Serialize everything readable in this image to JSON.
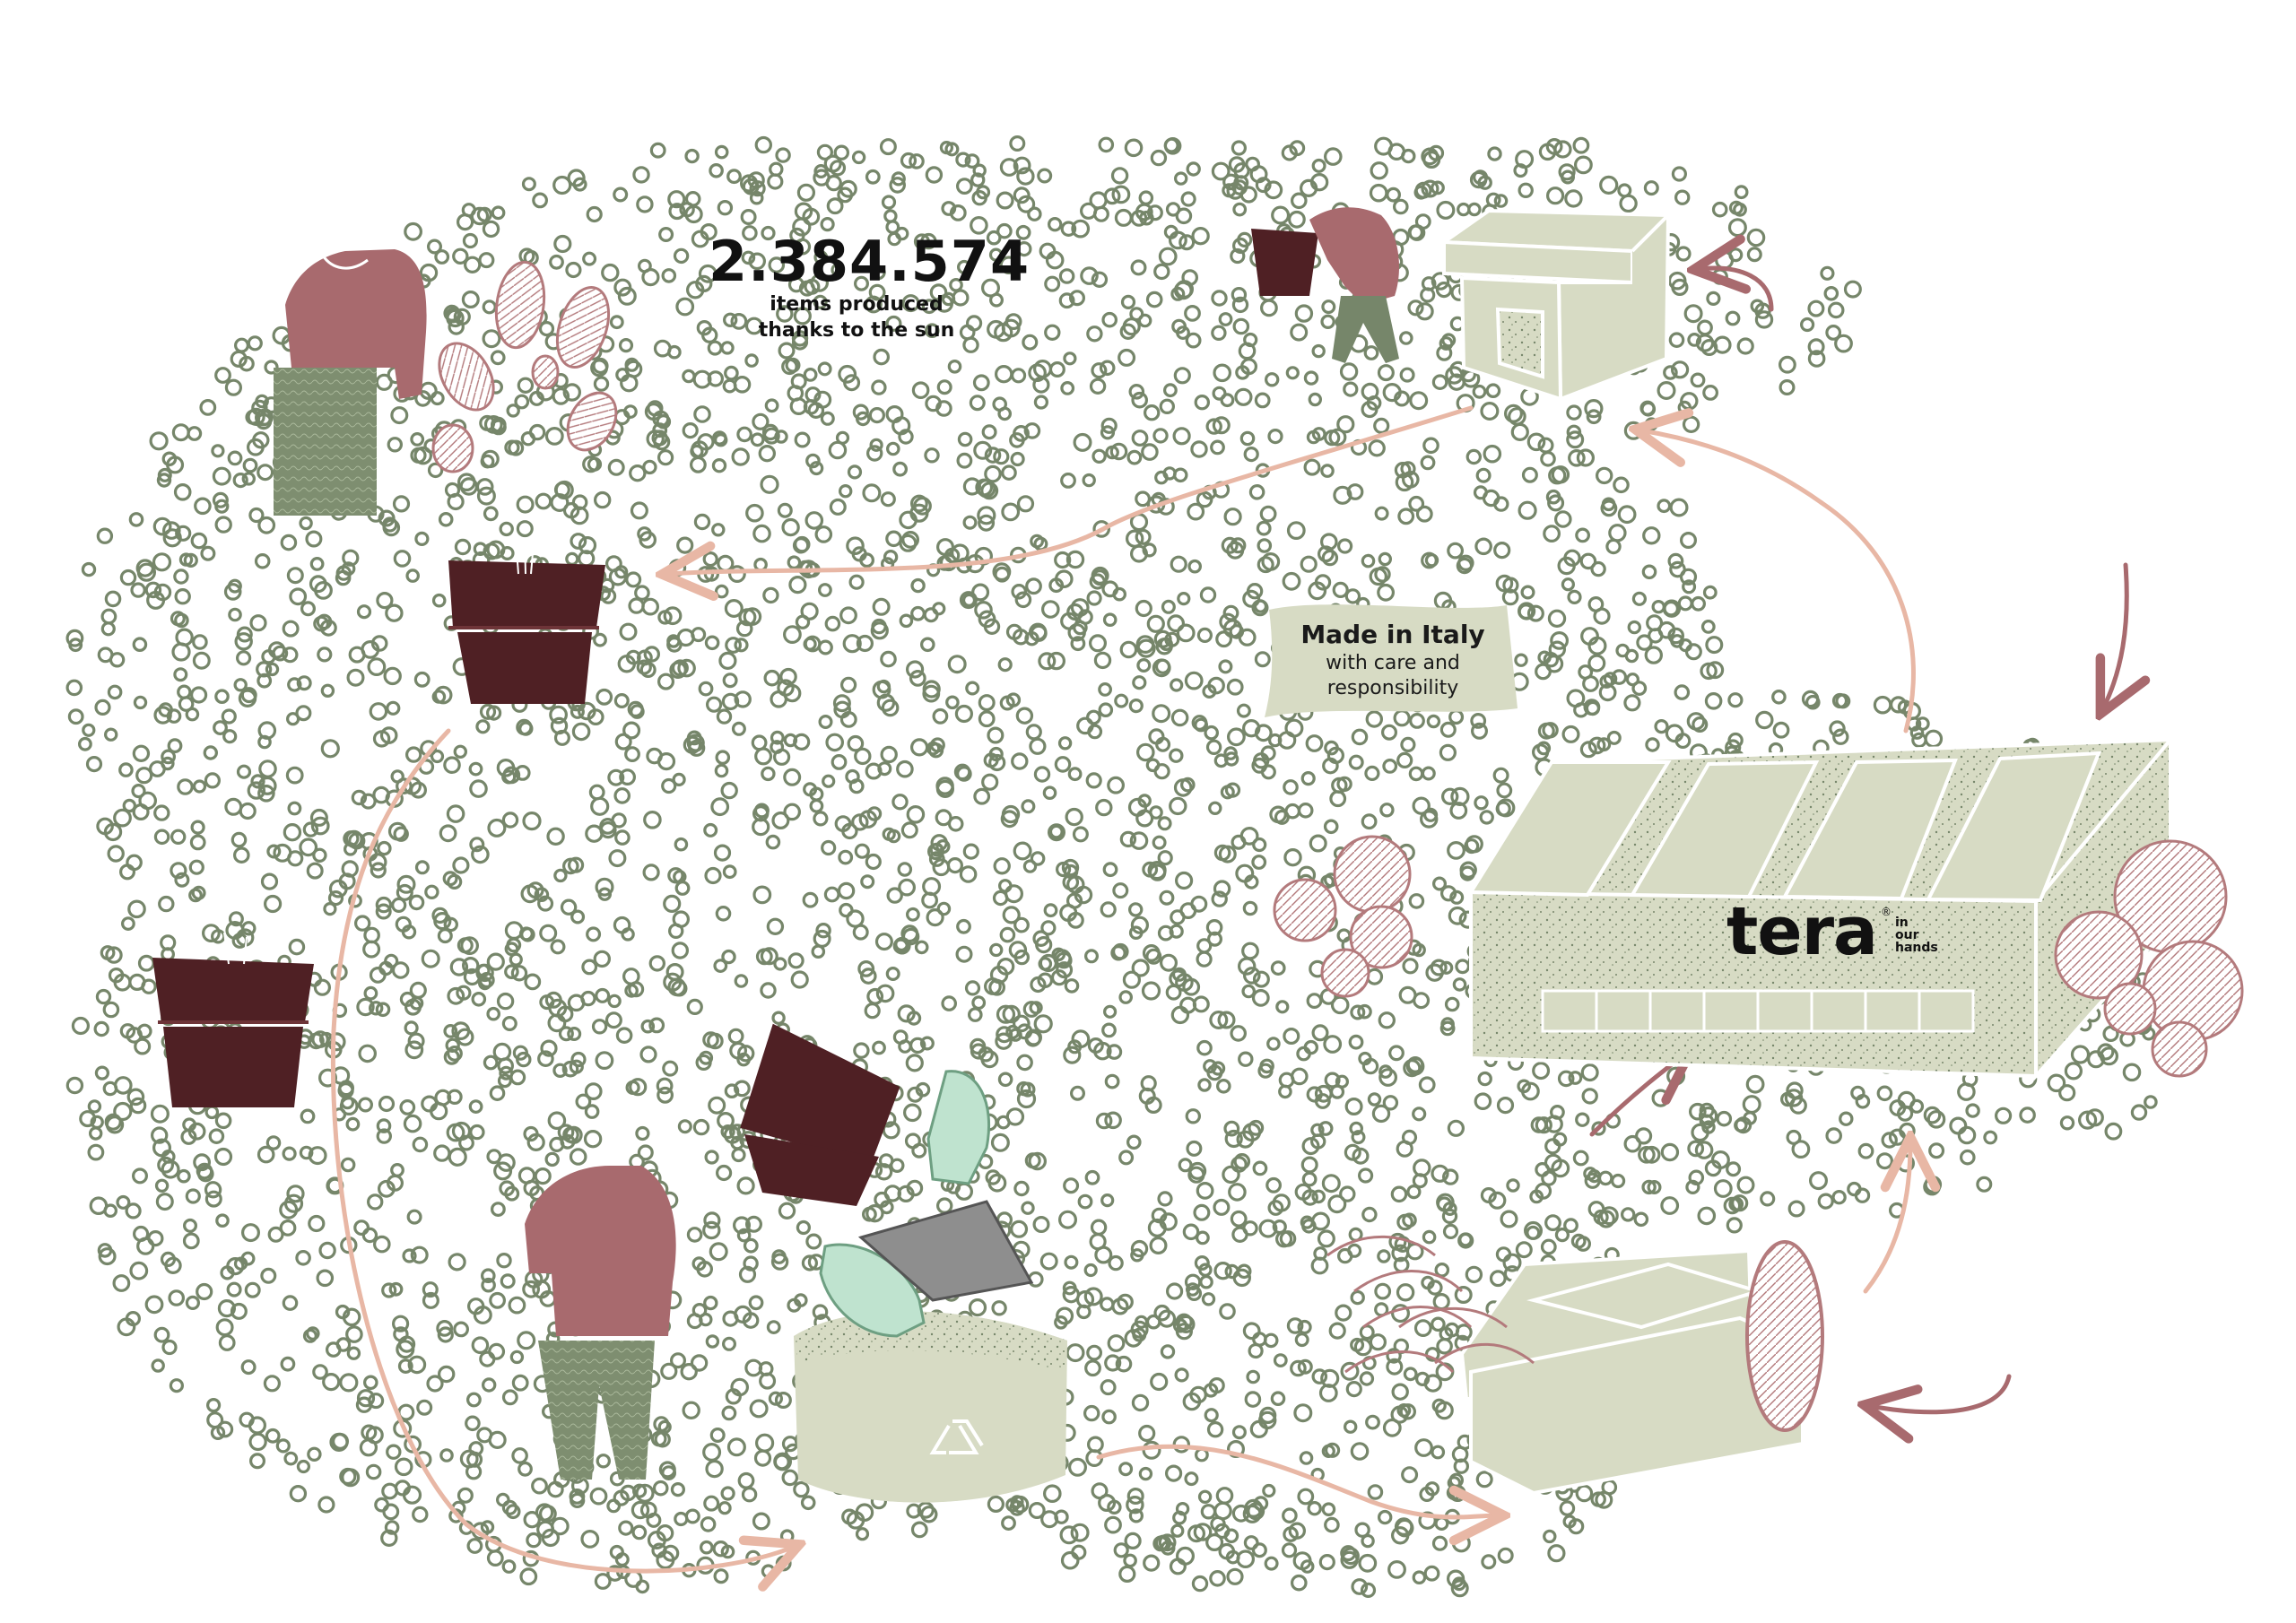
{
  "counter": {
    "value": "2.384.574",
    "line1": "items produced",
    "line2": "thanks to the sun"
  },
  "banner": {
    "title": "Made in Italy",
    "line1": "with care and",
    "line2": "responsibility"
  },
  "brand": {
    "name": "tera",
    "registered": "®",
    "tagline": [
      "in",
      "our",
      "hands"
    ]
  },
  "colors": {
    "dots": "#76866a",
    "flow_arrow": "#e8b7a5",
    "accent_arrow": "#a86a6e",
    "pot": "#4f2024",
    "shirt": "#a86a6e",
    "pants": "#76866a",
    "building": "#d7dbc4",
    "leaf_pink": "#b37a7c"
  },
  "icons": [
    "recycle-icon",
    "flower-pot-icon",
    "plastic-bottle-icon",
    "factory-icon",
    "shop-icon",
    "warehouse-icon"
  ]
}
